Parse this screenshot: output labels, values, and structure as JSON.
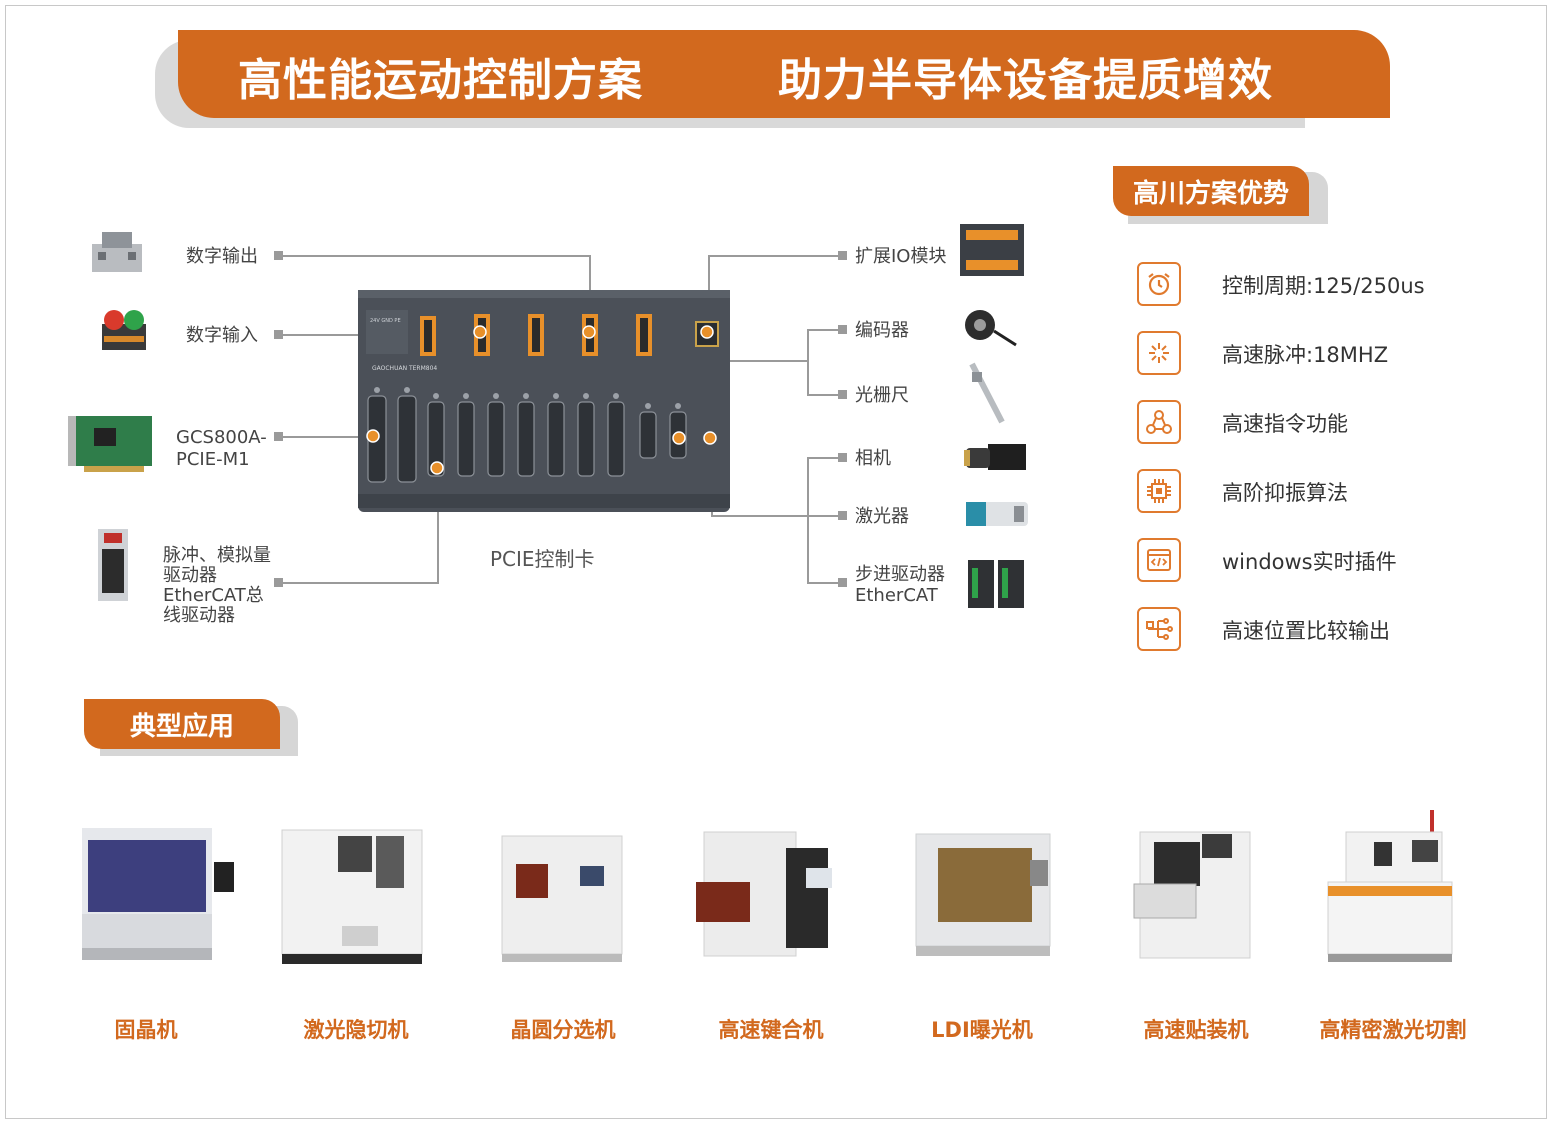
{
  "banner": {
    "title_left": "高性能运动控制方案",
    "title_right": "助力半导体设备提质增效"
  },
  "advantages": {
    "heading": "高川方案优势",
    "items": [
      {
        "label": "控制周期:125/250us",
        "icon": "alarm-clock-icon"
      },
      {
        "label": "高速脉冲:18MHZ",
        "icon": "pulse-burst-icon"
      },
      {
        "label": "高速指令功能",
        "icon": "command-network-icon"
      },
      {
        "label": "高阶抑振算法",
        "icon": "chip-icon"
      },
      {
        "label": "windows实时插件",
        "icon": "code-window-icon"
      },
      {
        "label": "高速位置比较输出",
        "icon": "output-branch-icon"
      }
    ]
  },
  "diagram": {
    "center_caption": "PCIE控制卡",
    "left": {
      "digital_output": "数字输出",
      "digital_input": "数字输入",
      "card_line1": "GCS800A-",
      "card_line2": "PCIE-M1",
      "driver_line1": "脉冲、模拟量",
      "driver_line2": "驱动器",
      "driver_line3": "EtherCAT总",
      "driver_line4": "线驱动器"
    },
    "right": {
      "io_module": "扩展IO模块",
      "encoder": "编码器",
      "grating": "光栅尺",
      "camera": "相机",
      "laser": "激光器",
      "stepper_line1": "步进驱动器",
      "stepper_line2": "EtherCAT"
    },
    "board_brand": "GAOCHUAN TERM804"
  },
  "applications": {
    "heading": "典型应用",
    "items": [
      "固晶机",
      "激光隐切机",
      "晶圆分选机",
      "高速键合机",
      "LDI曝光机",
      "高速贴装机",
      "高精密激光切割"
    ]
  },
  "colors": {
    "accent": "#d2691e",
    "icon_border": "#e07a2e",
    "line": "#9a9a9a",
    "board": "#4b5058"
  }
}
